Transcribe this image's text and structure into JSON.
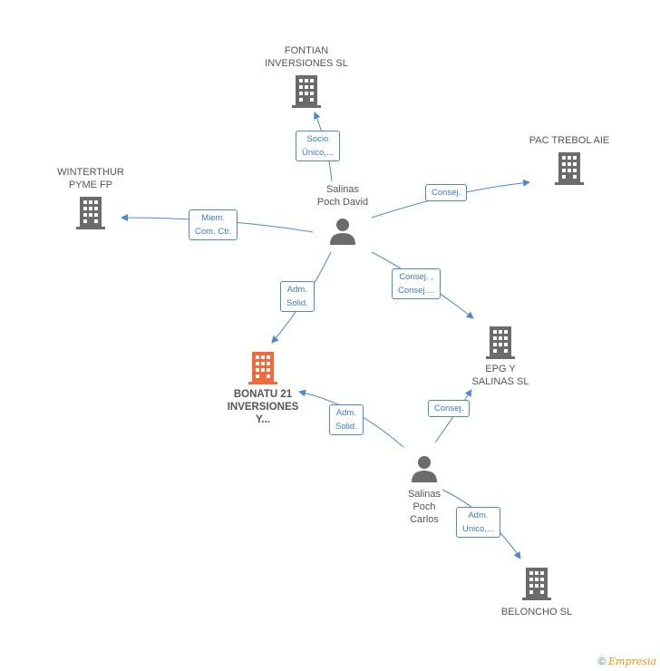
{
  "colors": {
    "edge": "#4a8ad4",
    "building": "#6b6b6b",
    "focus": "#f26a3c",
    "person": "#6b6b6b"
  },
  "nodes": {
    "fontian": {
      "name": "FONTIAN\nINVERSIONES SL",
      "icon": "building-icon"
    },
    "pac": {
      "name": "PAC TREBOL AIE",
      "icon": "building-icon"
    },
    "winterthur": {
      "name": "WINTERTHUR\nPYME FP",
      "icon": "building-icon"
    },
    "david": {
      "name": "Salinas\nPoch David",
      "icon": "person-icon"
    },
    "bonatu": {
      "name": "BONATU 21\nINVERSIONES\nY...",
      "icon": "building-icon"
    },
    "epg": {
      "name": "EPG Y\nSALINAS SL",
      "icon": "building-icon"
    },
    "carlos": {
      "name": "Salinas\nPoch\nCarlos",
      "icon": "person-icon"
    },
    "beloncho": {
      "name": "BELONCHO SL",
      "icon": "building-icon"
    }
  },
  "edges": {
    "david_fontian": {
      "line1": "Socio",
      "line2": "Único,..."
    },
    "david_pac": {
      "line1": "Consej.",
      "line2": ""
    },
    "david_winterthur": {
      "line1": "Miem.",
      "line2": "Com. Ctr."
    },
    "david_bonatu": {
      "line1": "Adm.",
      "line2": "Solid."
    },
    "david_epg": {
      "line1": "Consej. ,",
      "line2": "Consej...."
    },
    "carlos_bonatu": {
      "line1": "Adm.",
      "line2": "Solid."
    },
    "carlos_epg": {
      "line1": "Consej.",
      "line2": ""
    },
    "carlos_beloncho": {
      "line1": "Adm.",
      "line2": "Unico,..."
    }
  },
  "footer": {
    "copyright": "©",
    "brand": "Empresia"
  }
}
